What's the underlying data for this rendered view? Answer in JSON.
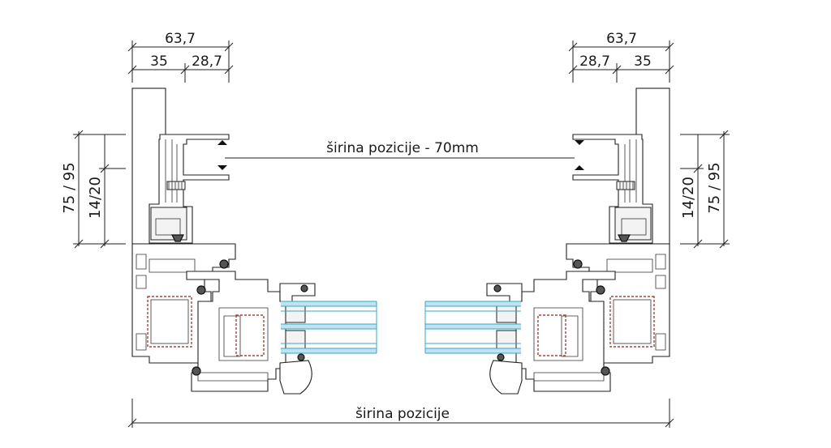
{
  "labels": {
    "left_total": "63,7",
    "left_part_a": "35",
    "left_part_b": "28,7",
    "right_total": "63,7",
    "right_part_a": "28,7",
    "right_part_b": "35",
    "left_outer_vertical": "75 / 95",
    "left_inner_vertical": "14/20",
    "right_inner_vertical": "14/20",
    "right_outer_vertical": "75 / 95",
    "inner_width": "širina pozicije - 70mm",
    "total_width": "širina pozicije"
  },
  "colors": {
    "line": "#222222",
    "glass": "#3aa6c8",
    "glass_fill": "#bfe3ef",
    "steel_reinforcement": "#a0463b"
  }
}
